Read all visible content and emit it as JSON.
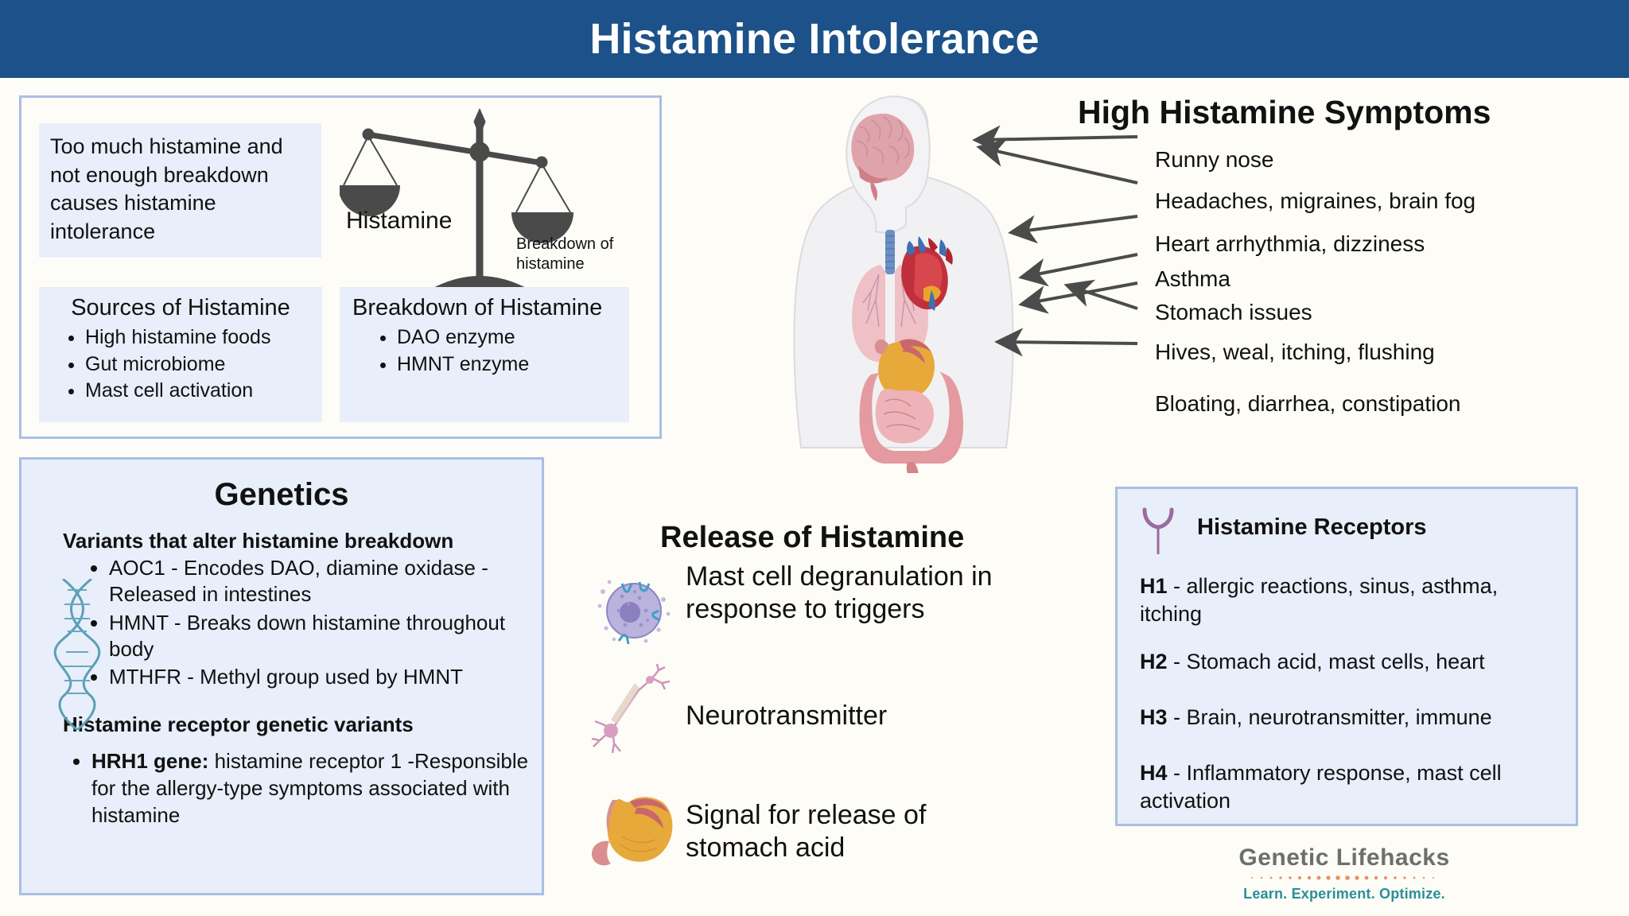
{
  "header": {
    "title": "Histamine Intolerance",
    "bg": "#1c5289"
  },
  "intro": {
    "text": "Too much histamine and not enough breakdown causes histamine intolerance"
  },
  "scale": {
    "left_label": "Histamine",
    "right_label": "Breakdown of histamine"
  },
  "sources": {
    "title": "Sources of Histamine",
    "items": [
      "High histamine foods",
      "Gut microbiome",
      "Mast cell activation"
    ]
  },
  "breakdown": {
    "title": "Breakdown of Histamine",
    "items": [
      "DAO enzyme",
      "HMNT enzyme"
    ]
  },
  "genetics": {
    "title": "Genetics",
    "subtitle1": "Variants that alter histamine breakdown",
    "variants": [
      "AOC1 - Encodes DAO, diamine oxidase  - Released in intestines",
      "HMNT - Breaks down histamine throughout body",
      "MTHFR - Methyl group used by HMNT"
    ],
    "subtitle2": "Histamine receptor genetic variants",
    "receptor_variant_bold": "HRH1 gene:",
    "receptor_variant_rest": " histamine receptor 1  -Responsible for the allergy-type  symptoms associated with histamine"
  },
  "symptoms": {
    "title": "High Histamine Symptoms",
    "items": [
      "Runny nose",
      "Headaches, migraines, brain fog",
      "Heart arrhythmia, dizziness",
      "Asthma",
      "Stomach issues",
      "Hives, weal, itching, flushing",
      "Bloating, diarrhea, constipation"
    ]
  },
  "release": {
    "title": "Release of Histamine",
    "items": [
      {
        "icon": "mast-cell-icon",
        "text": "Mast cell degranulation in response to triggers"
      },
      {
        "icon": "neuron-icon",
        "text": "Neurotransmitter"
      },
      {
        "icon": "stomach-icon",
        "text": "Signal for release of stomach acid"
      }
    ]
  },
  "receptors": {
    "title": "Histamine Receptors",
    "items": [
      {
        "code": "H1",
        "desc": " - allergic reactions, sinus, asthma, itching"
      },
      {
        "code": "H2",
        "desc": " - Stomach acid, mast cells, heart"
      },
      {
        "code": "H3",
        "desc": " - Brain, neurotransmitter, immune"
      },
      {
        "code": "H4",
        "desc": " - Inflammatory response, mast cell activation"
      }
    ]
  },
  "logo": {
    "name": "Genetic Lifehacks",
    "tagline": "Learn. Experiment. Optimize."
  },
  "colors": {
    "header_blue": "#1c5289",
    "panel_border": "#a9bfe3",
    "panel_fill": "#e8eefa",
    "page_bg": "#fdfcf7",
    "logo_gray": "#6e6e6e",
    "logo_teal": "#2a8f98"
  }
}
